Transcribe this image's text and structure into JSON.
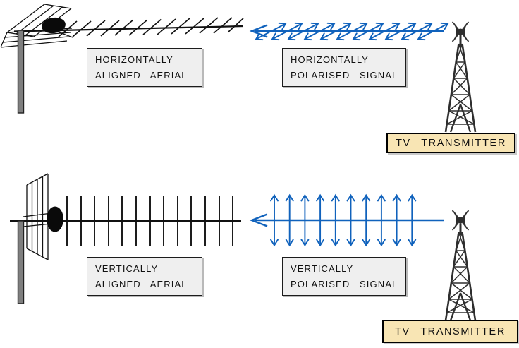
{
  "top_row": {
    "aerial_label": {
      "line1": "HORIZONTALLY",
      "line2": "ALIGNED AERIAL"
    },
    "signal_label": {
      "line1": "HORIZONTALLY",
      "line2": "POLARISED SIGNAL"
    },
    "transmitter_label": "TV TRANSMITTER",
    "signal_direction": "left",
    "signal_arrow_count": 11
  },
  "bottom_row": {
    "aerial_label": {
      "line1": "VERTICALLY",
      "line2": "ALIGNED AERIAL"
    },
    "signal_label": {
      "line1": "VERTICALLY",
      "line2": "POLARISED SIGNAL"
    },
    "transmitter_label": "TV TRANSMITTER",
    "signal_direction": "left",
    "signal_arrow_count": 10
  },
  "colors": {
    "signal_blue": "#1062BC",
    "label_box_bg": "#EFEFEF",
    "label_box_border": "#1C1C1C",
    "transmitter_label_bg": "#F8E5B4",
    "mast_gray": "#7F7F7F",
    "ink": "#111111",
    "background": "#FFFFFF"
  }
}
